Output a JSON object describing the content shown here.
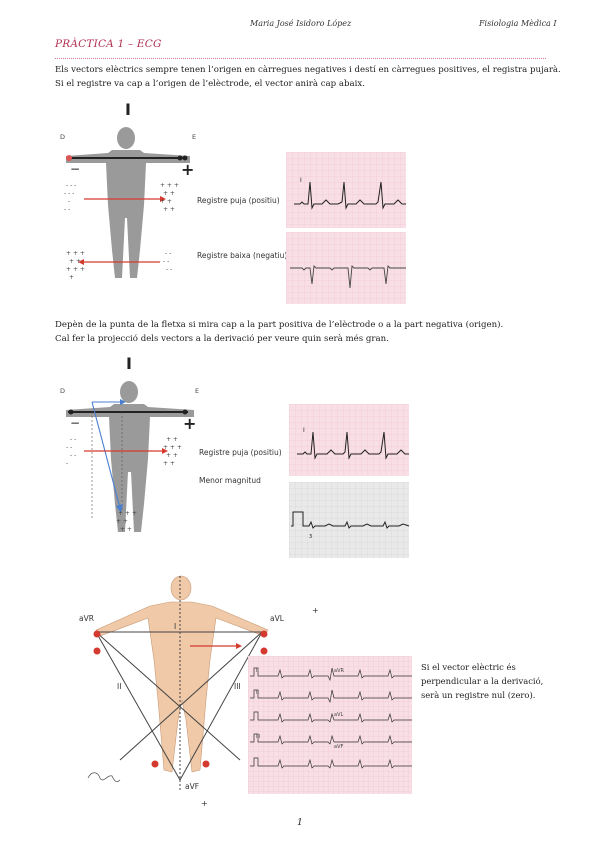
{
  "header": {
    "author": "Maria José Isidoro López",
    "course": "Fisiologia Mèdica I"
  },
  "title": "PRÀCTICA 1 – ECG",
  "paragraph1": [
    "Els vectors elèctrics sempre tenen l’origen en càrregues negatives i destí en càrregues positives, el registra pujarà.",
    "Si el registre va cap a l’origen de l’elèctrode, el vector anirà cap abaix."
  ],
  "figure1": {
    "lead_label": "I",
    "left_electrode": "D",
    "right_electrode": "E",
    "minus_sign": "−",
    "plus_sign": "+",
    "label_up": "Registre puja (positiu)",
    "label_down": "Registre baixa (negatiu)"
  },
  "paragraph2": [
    "Depèn de la punta de la fletxa si mira cap a la part positiva de l’elèctrode o a la part negativa (origen).",
    "Cal fer la projecció dels vectors a la derivació per veure quin serà més gran."
  ],
  "figure2": {
    "lead_label": "I",
    "left_electrode": "D",
    "right_electrode": "E",
    "minus_sign": "−",
    "plus_sign": "+",
    "label_up": "Registre puja (positiu)",
    "label_magnitude": "Menor magnitud"
  },
  "figure3": {
    "lead_avr": "aVR",
    "lead_avl": "aVL",
    "lead_avf": "aVF",
    "lead_i": "I",
    "lead_ii": "II",
    "lead_iii": "III",
    "strip_labels": [
      "I",
      "aVR",
      "II",
      "aVL",
      "III",
      "aVF"
    ]
  },
  "side_note": [
    "Si el vector elèctric és",
    "perpendicular a la derivació,",
    "serà un registre nul (zero)."
  ],
  "page_number": "1",
  "colors": {
    "title": "#b03050",
    "ecg_pink_bg": "#f8dfe6",
    "ecg_grey_bg": "#e9e9e9",
    "arrow_red": "#d43a2f",
    "arrow_blue": "#4a7fd0"
  }
}
